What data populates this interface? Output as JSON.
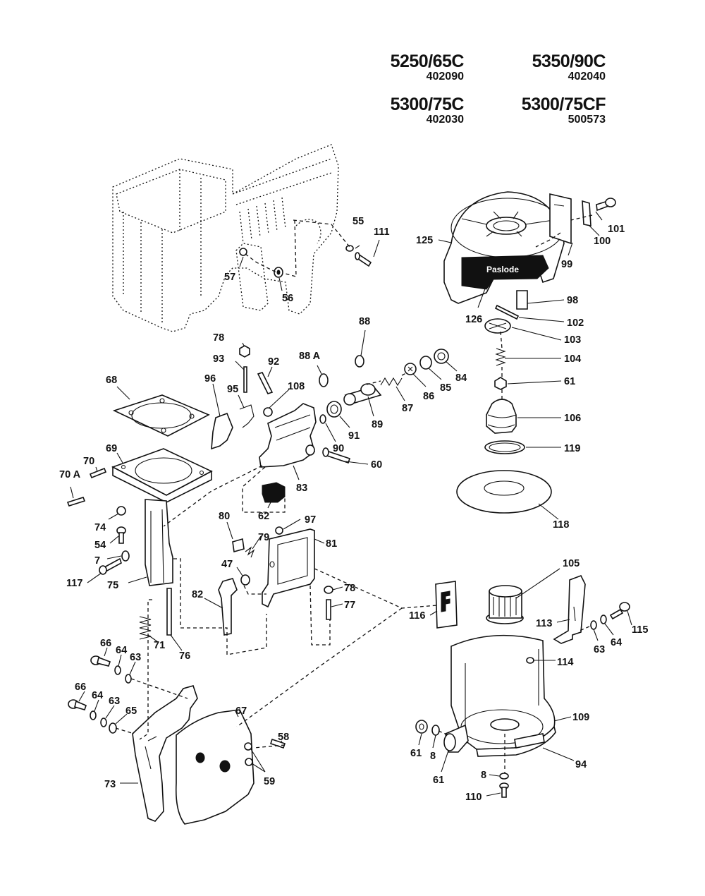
{
  "models": [
    {
      "name": "5250/65C",
      "code": "402090"
    },
    {
      "name": "5350/90C",
      "code": "402040"
    },
    {
      "name": "5300/75C",
      "code": "402030"
    },
    {
      "name": "5300/75CF",
      "code": "500573"
    }
  ],
  "brand_label": "Paslode",
  "callouts": [
    {
      "id": "c55",
      "text": "55"
    },
    {
      "id": "c111",
      "text": "111"
    },
    {
      "id": "c57",
      "text": "57"
    },
    {
      "id": "c56",
      "text": "56"
    },
    {
      "id": "c125",
      "text": "125"
    },
    {
      "id": "c99",
      "text": "99"
    },
    {
      "id": "c101",
      "text": "101"
    },
    {
      "id": "c100",
      "text": "100"
    },
    {
      "id": "c126",
      "text": "126"
    },
    {
      "id": "c98",
      "text": "98"
    },
    {
      "id": "c102",
      "text": "102"
    },
    {
      "id": "c103",
      "text": "103"
    },
    {
      "id": "c104",
      "text": "104"
    },
    {
      "id": "c61a",
      "text": "61"
    },
    {
      "id": "c106",
      "text": "106"
    },
    {
      "id": "c119",
      "text": "119"
    },
    {
      "id": "c118",
      "text": "118"
    },
    {
      "id": "c78a",
      "text": "78"
    },
    {
      "id": "c93",
      "text": "93"
    },
    {
      "id": "c92",
      "text": "92"
    },
    {
      "id": "c88A",
      "text": "88 A"
    },
    {
      "id": "c88",
      "text": "88"
    },
    {
      "id": "c84",
      "text": "84"
    },
    {
      "id": "c85",
      "text": "85"
    },
    {
      "id": "c86",
      "text": "86"
    },
    {
      "id": "c87",
      "text": "87"
    },
    {
      "id": "c89",
      "text": "89"
    },
    {
      "id": "c91",
      "text": "91"
    },
    {
      "id": "c90",
      "text": "90"
    },
    {
      "id": "c108",
      "text": "108"
    },
    {
      "id": "c95",
      "text": "95"
    },
    {
      "id": "c96",
      "text": "96"
    },
    {
      "id": "c68",
      "text": "68"
    },
    {
      "id": "c69",
      "text": "69"
    },
    {
      "id": "c70",
      "text": "70"
    },
    {
      "id": "c70A",
      "text": "70 A"
    },
    {
      "id": "c60",
      "text": "60"
    },
    {
      "id": "c83",
      "text": "83"
    },
    {
      "id": "c62",
      "text": "62"
    },
    {
      "id": "c74",
      "text": "74"
    },
    {
      "id": "c54",
      "text": "54"
    },
    {
      "id": "c7",
      "text": "7"
    },
    {
      "id": "c117",
      "text": "117"
    },
    {
      "id": "c75",
      "text": "75"
    },
    {
      "id": "c80",
      "text": "80"
    },
    {
      "id": "c79",
      "text": "79"
    },
    {
      "id": "c97",
      "text": "97"
    },
    {
      "id": "c81",
      "text": "81"
    },
    {
      "id": "c47",
      "text": "47"
    },
    {
      "id": "c82",
      "text": "82"
    },
    {
      "id": "c78b",
      "text": "78"
    },
    {
      "id": "c77",
      "text": "77"
    },
    {
      "id": "c71",
      "text": "71"
    },
    {
      "id": "c76",
      "text": "76"
    },
    {
      "id": "c66a",
      "text": "66"
    },
    {
      "id": "c64a",
      "text": "64"
    },
    {
      "id": "c63a",
      "text": "63"
    },
    {
      "id": "c66b",
      "text": "66"
    },
    {
      "id": "c64b",
      "text": "64"
    },
    {
      "id": "c63b",
      "text": "63"
    },
    {
      "id": "c65",
      "text": "65"
    },
    {
      "id": "c67",
      "text": "67"
    },
    {
      "id": "c58",
      "text": "58"
    },
    {
      "id": "c59",
      "text": "59"
    },
    {
      "id": "c73",
      "text": "73"
    },
    {
      "id": "c116",
      "text": "116"
    },
    {
      "id": "c105",
      "text": "105"
    },
    {
      "id": "c113",
      "text": "113"
    },
    {
      "id": "c63c",
      "text": "63"
    },
    {
      "id": "c64c",
      "text": "64"
    },
    {
      "id": "c115",
      "text": "115"
    },
    {
      "id": "c114",
      "text": "114"
    },
    {
      "id": "c109",
      "text": "109"
    },
    {
      "id": "c61b",
      "text": "61"
    },
    {
      "id": "c8a",
      "text": "8"
    },
    {
      "id": "c61c",
      "text": "61"
    },
    {
      "id": "c94",
      "text": "94"
    },
    {
      "id": "c8b",
      "text": "8"
    },
    {
      "id": "c110",
      "text": "110"
    }
  ]
}
